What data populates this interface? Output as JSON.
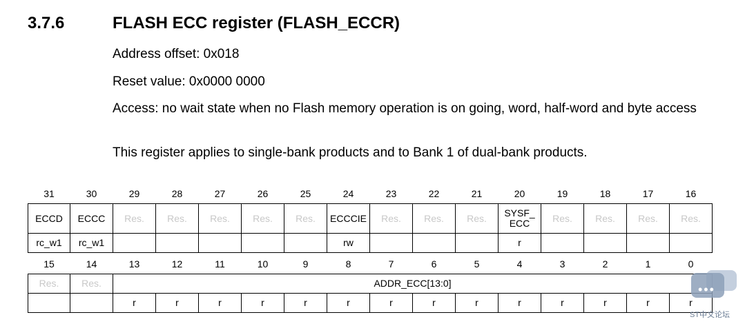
{
  "section": {
    "number": "3.7.6",
    "title": "FLASH ECC register (FLASH_ECCR)"
  },
  "paragraphs": {
    "address": "Address offset: 0x018",
    "reset": "Reset value: 0x0000 0000",
    "access": "Access: no wait state when no Flash memory operation is on going, word, half-word and byte access",
    "applies": "This register applies to single-bank products and to Bank 1 of dual-bank products."
  },
  "register_top": {
    "bits": [
      "31",
      "30",
      "29",
      "28",
      "27",
      "26",
      "25",
      "24",
      "23",
      "22",
      "21",
      "20",
      "19",
      "18",
      "17",
      "16"
    ],
    "fields": [
      {
        "label": "ECCD",
        "reserved": false,
        "access": "rc_w1"
      },
      {
        "label": "ECCC",
        "reserved": false,
        "access": "rc_w1"
      },
      {
        "label": "Res.",
        "reserved": true,
        "access": ""
      },
      {
        "label": "Res.",
        "reserved": true,
        "access": ""
      },
      {
        "label": "Res.",
        "reserved": true,
        "access": ""
      },
      {
        "label": "Res.",
        "reserved": true,
        "access": ""
      },
      {
        "label": "Res.",
        "reserved": true,
        "access": ""
      },
      {
        "label": "ECCCIE",
        "reserved": false,
        "access": "rw"
      },
      {
        "label": "Res.",
        "reserved": true,
        "access": ""
      },
      {
        "label": "Res.",
        "reserved": true,
        "access": ""
      },
      {
        "label": "Res.",
        "reserved": true,
        "access": ""
      },
      {
        "label_line1": "SYSF_",
        "label_line2": "ECC",
        "reserved": false,
        "access": "r"
      },
      {
        "label": "Res.",
        "reserved": true,
        "access": ""
      },
      {
        "label": "Res.",
        "reserved": true,
        "access": ""
      },
      {
        "label": "Res.",
        "reserved": true,
        "access": ""
      },
      {
        "label": "Res.",
        "reserved": true,
        "access": ""
      }
    ]
  },
  "register_bottom": {
    "bits": [
      "15",
      "14",
      "13",
      "12",
      "11",
      "10",
      "9",
      "8",
      "7",
      "6",
      "5",
      "4",
      "3",
      "2",
      "1",
      "0"
    ],
    "res15": "Res.",
    "res14": "Res.",
    "addr_field": "ADDR_ECC[13:0]",
    "access": [
      "",
      "",
      "r",
      "r",
      "r",
      "r",
      "r",
      "r",
      "r",
      "r",
      "r",
      "r",
      "r",
      "r",
      "r",
      "r"
    ]
  },
  "watermark": {
    "text": "ST中文论坛"
  }
}
